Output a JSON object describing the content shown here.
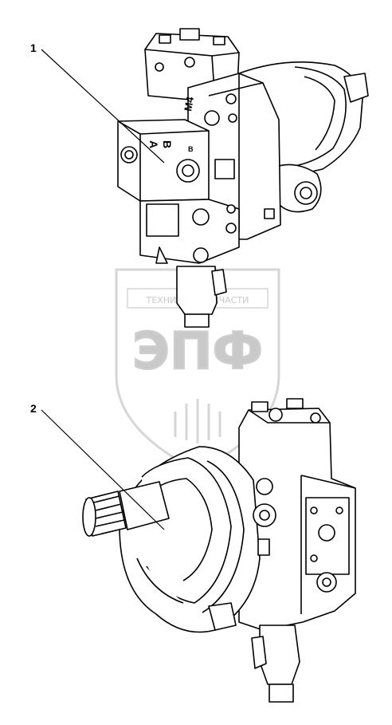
{
  "callouts": [
    {
      "label": "1"
    },
    {
      "label": "2"
    }
  ],
  "watermark": {
    "tagline": "ТЕХНИКА И ЗАПЧАСТИ",
    "logo": "ЭПФ"
  },
  "part_markings": {
    "port_b": "B",
    "port_a": "A",
    "port_m4": "M4",
    "port_b_small": "B"
  },
  "colors": {
    "line": "#000000",
    "watermark": "#cfcfcf",
    "background": "#ffffff"
  }
}
